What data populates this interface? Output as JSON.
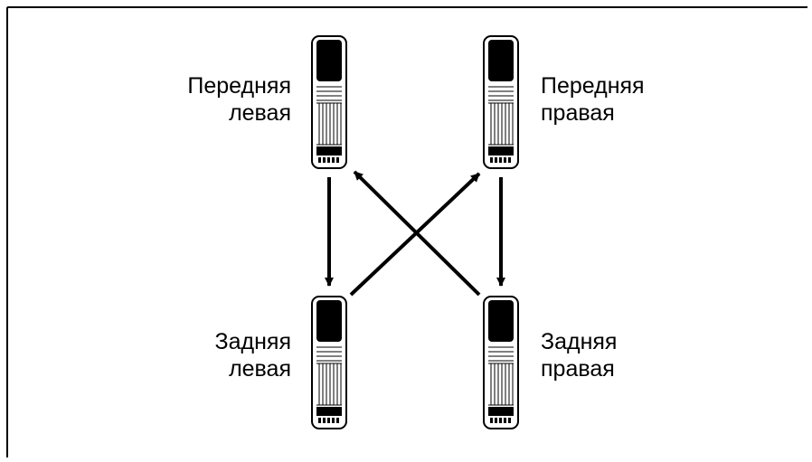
{
  "colors": {
    "ink": "#000000",
    "background": "#ffffff"
  },
  "wheels": {
    "front_left": {
      "line1": "Передняя",
      "line2": "левая"
    },
    "front_right": {
      "line1": "Передняя",
      "line2": "правая"
    },
    "rear_left": {
      "line1": "Задняя",
      "line2": "левая"
    },
    "rear_right": {
      "line1": "Задняя",
      "line2": "правая"
    }
  },
  "moves": [
    {
      "from": "front_left",
      "to": "rear_left"
    },
    {
      "from": "front_right",
      "to": "rear_right"
    },
    {
      "from": "rear_left",
      "to": "front_right"
    },
    {
      "from": "rear_right",
      "to": "front_left"
    }
  ]
}
